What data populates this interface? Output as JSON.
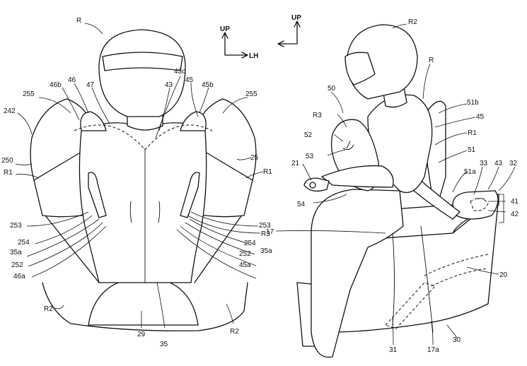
{
  "axes": {
    "front_up": "UP",
    "front_lh": "LH",
    "side_up": "UP"
  },
  "labels": {
    "R_front": "R",
    "n242": "242",
    "n250": "250",
    "R1_left": "R1",
    "n255_left": "255",
    "n46b": "46b",
    "n46": "46",
    "n47": "47",
    "n253_left": "253",
    "n254_left": "254",
    "n35a_left": "35a",
    "n252_left": "252",
    "n46a": "46a",
    "n43c": "43c",
    "n43_front": "43",
    "n45_front": "45",
    "n45b": "45b",
    "n255_right": "255",
    "n250_right": "25",
    "R1_right": "R1",
    "n253_right": "253",
    "R3_front": "R3",
    "n254_right": "254",
    "n35a_right": "35a",
    "n252_right": "252",
    "n45a": "45a",
    "R2_left": "R2",
    "n29": "29",
    "n35": "35",
    "R2_right": "R2",
    "R2_side": "R2",
    "R_side": "R",
    "n50": "50",
    "R3_side": "R3",
    "n52": "52",
    "n53": "53",
    "n21": "21",
    "n54": "54",
    "n17": "17",
    "n51b": "51b",
    "n45_side": "45",
    "R1_side": "R1",
    "n51": "51",
    "n51a": "51a",
    "n33": "33",
    "n43_side": "43",
    "n32": "32",
    "n41": "41",
    "n42": "42",
    "n20": "20",
    "n31": "31",
    "n17a": "17a",
    "n30": "30"
  }
}
